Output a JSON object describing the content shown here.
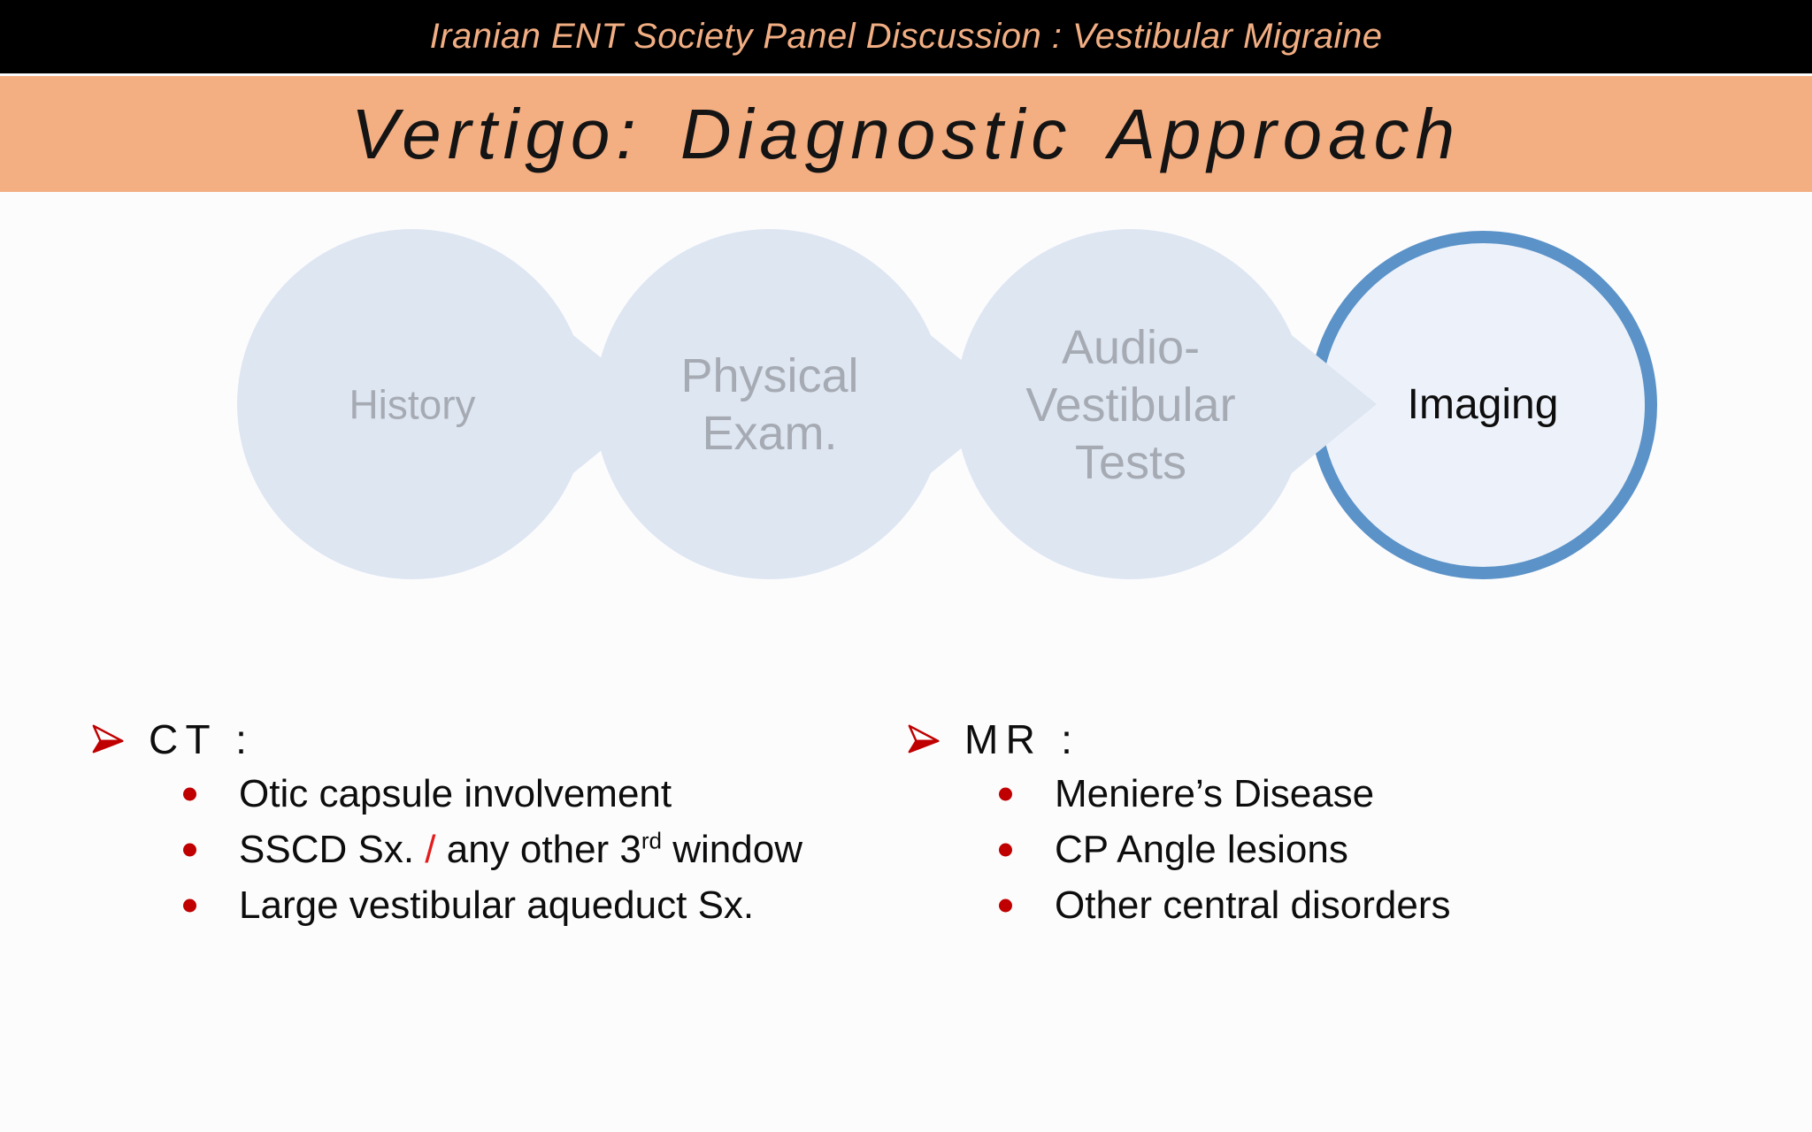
{
  "slide": {
    "top_bar": {
      "text": "Iranian ENT Society Panel Discussion : Vestibular Migraine"
    },
    "banner": {
      "title": "Vertigo: Diagnostic Approach"
    },
    "process": {
      "steps": [
        {
          "label": "History",
          "lines": [
            "History"
          ],
          "highlighted": false
        },
        {
          "label": "Physical Exam.",
          "lines": [
            "Physical",
            "Exam."
          ],
          "highlighted": false
        },
        {
          "label": "Audio-Vestibular Tests",
          "lines": [
            "Audio-",
            "Vestibular",
            "Tests"
          ],
          "highlighted": false
        },
        {
          "label": "Imaging",
          "lines": [
            "Imaging"
          ],
          "highlighted": true
        }
      ]
    },
    "ct": {
      "header": "CT :",
      "items": [
        {
          "text": "Otic capsule involvement"
        },
        {
          "pre": "SSCD Sx. ",
          "slash": "/",
          "mid": " any other 3",
          "sup": "rd",
          "post": " window"
        },
        {
          "text": "Large vestibular aqueduct Sx."
        }
      ]
    },
    "mr": {
      "header": "MR :",
      "items": [
        {
          "text": "Meniere’s Disease"
        },
        {
          "text": "CP Angle lesions"
        },
        {
          "text": "Other central disorders"
        }
      ]
    },
    "colors": {
      "top_bar_bg": "#000000",
      "top_bar_text": "#F2AE83",
      "banner_bg": "#F3AE82",
      "step_fill": "#DEE6F2",
      "step_label_gray": "#A6ABB3",
      "highlight_fill": "#EDF2FA",
      "highlight_ring": "#5B92C8",
      "bullet_red": "#C00000",
      "slash_red": "#E21D1D",
      "body_text": "#0D0D0D"
    }
  }
}
